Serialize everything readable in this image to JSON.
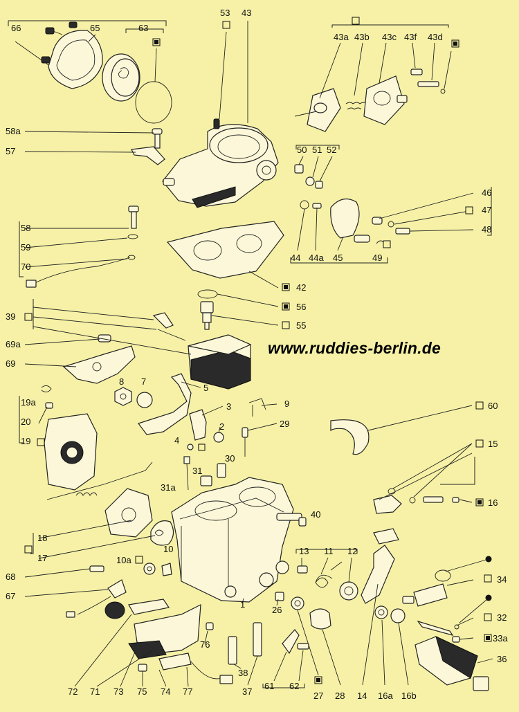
{
  "watermark": "www.ruddies-berlin.de",
  "labels": {
    "l66": "66",
    "l65": "65",
    "l63": "63",
    "l53": "53",
    "l43": "43",
    "l43a": "43a",
    "l43b": "43b",
    "l43c": "43c",
    "l43f": "43f",
    "l43d": "43d",
    "l58a": "58a",
    "l57": "57",
    "l50": "50",
    "l51": "51",
    "l52": "52",
    "l46": "46",
    "l47": "47",
    "l48": "48",
    "l58": "58",
    "l59": "59",
    "l70": "70",
    "l44": "44",
    "l44a": "44a",
    "l45": "45",
    "l49": "49",
    "l42": "42",
    "l56": "56",
    "l39": "39",
    "l55": "55",
    "l69a": "69a",
    "l69": "69",
    "l8": "8",
    "l7": "7",
    "l5": "5",
    "l19a": "19a",
    "l20": "20",
    "l19": "19",
    "l3": "3",
    "l9": "9",
    "l60": "60",
    "l2": "2",
    "l29": "29",
    "l4": "4",
    "l15": "15",
    "l30": "30",
    "l31": "31",
    "l31a": "31a",
    "l16": "16",
    "l40": "40",
    "l18": "18",
    "l17": "17",
    "l13": "13",
    "l11": "11",
    "l12": "12",
    "l10": "10",
    "l10a": "10a",
    "l68": "68",
    "l67": "67",
    "l1": "1",
    "l26": "26",
    "l34": "34",
    "l32": "32",
    "l33a": "33a",
    "l36": "36",
    "l76": "76",
    "l38": "38",
    "l72": "72",
    "l71": "71",
    "l73": "73",
    "l75": "75",
    "l74": "74",
    "l77": "77",
    "l37": "37",
    "l61": "61",
    "l62": "62",
    "l27": "27",
    "l28": "28",
    "l14": "14",
    "l16a": "16a",
    "l16b": "16b"
  },
  "legend_marks": [
    "open-square",
    "filled-square",
    "filled-dot"
  ]
}
